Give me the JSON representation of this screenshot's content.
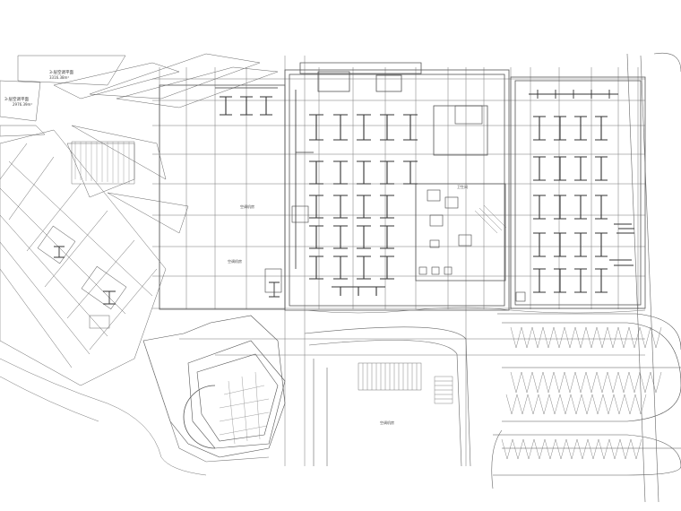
{
  "drawing": {
    "type": "architectural-hvac-floor-plan",
    "colors": {
      "background": "#ffffff",
      "linework": "#555555",
      "grid": "#777777",
      "duct": "#333333",
      "hatch": "#888888"
    }
  },
  "annotations": {
    "top_left_title": "3-层空调平面",
    "top_left_area": "3316.38m²",
    "left_label_line1": "3-层空调平面",
    "left_label_line2": "2976.39m²",
    "room_main": "空调机房",
    "room_south": "空调机房",
    "room_center": "卫生间",
    "room_left": "空调机房"
  }
}
